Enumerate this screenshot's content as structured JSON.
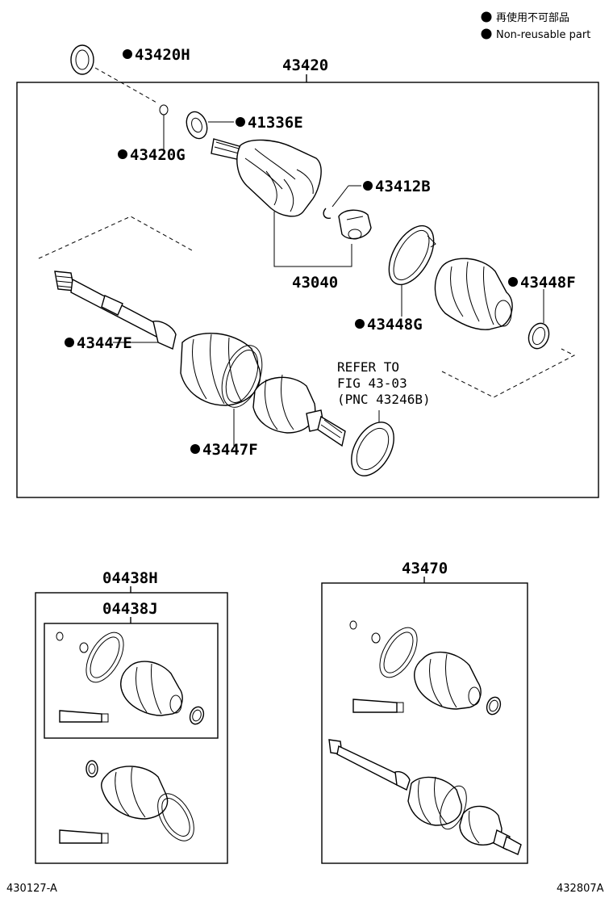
{
  "legend": {
    "ja": "再使用不可部品",
    "en": "Non-reusable part"
  },
  "main_assembly": {
    "number": "43420",
    "parts": {
      "p43420H": "43420H",
      "p43420G": "43420G",
      "p41336E": "41336E",
      "p43412B": "43412B",
      "p43040": "43040",
      "p43448F": "43448F",
      "p43448G": "43448G",
      "p43447E": "43447E",
      "p43447F": "43447F"
    },
    "refer": {
      "line1": "REFER TO",
      "line2": "FIG 43-03",
      "line3": "(PNC 43246B)"
    }
  },
  "kit_left": {
    "outer": "04438H",
    "inner": "04438J"
  },
  "kit_right": {
    "number": "43470"
  },
  "footer": {
    "left_code": "430127-A",
    "right_code": "432807A"
  }
}
